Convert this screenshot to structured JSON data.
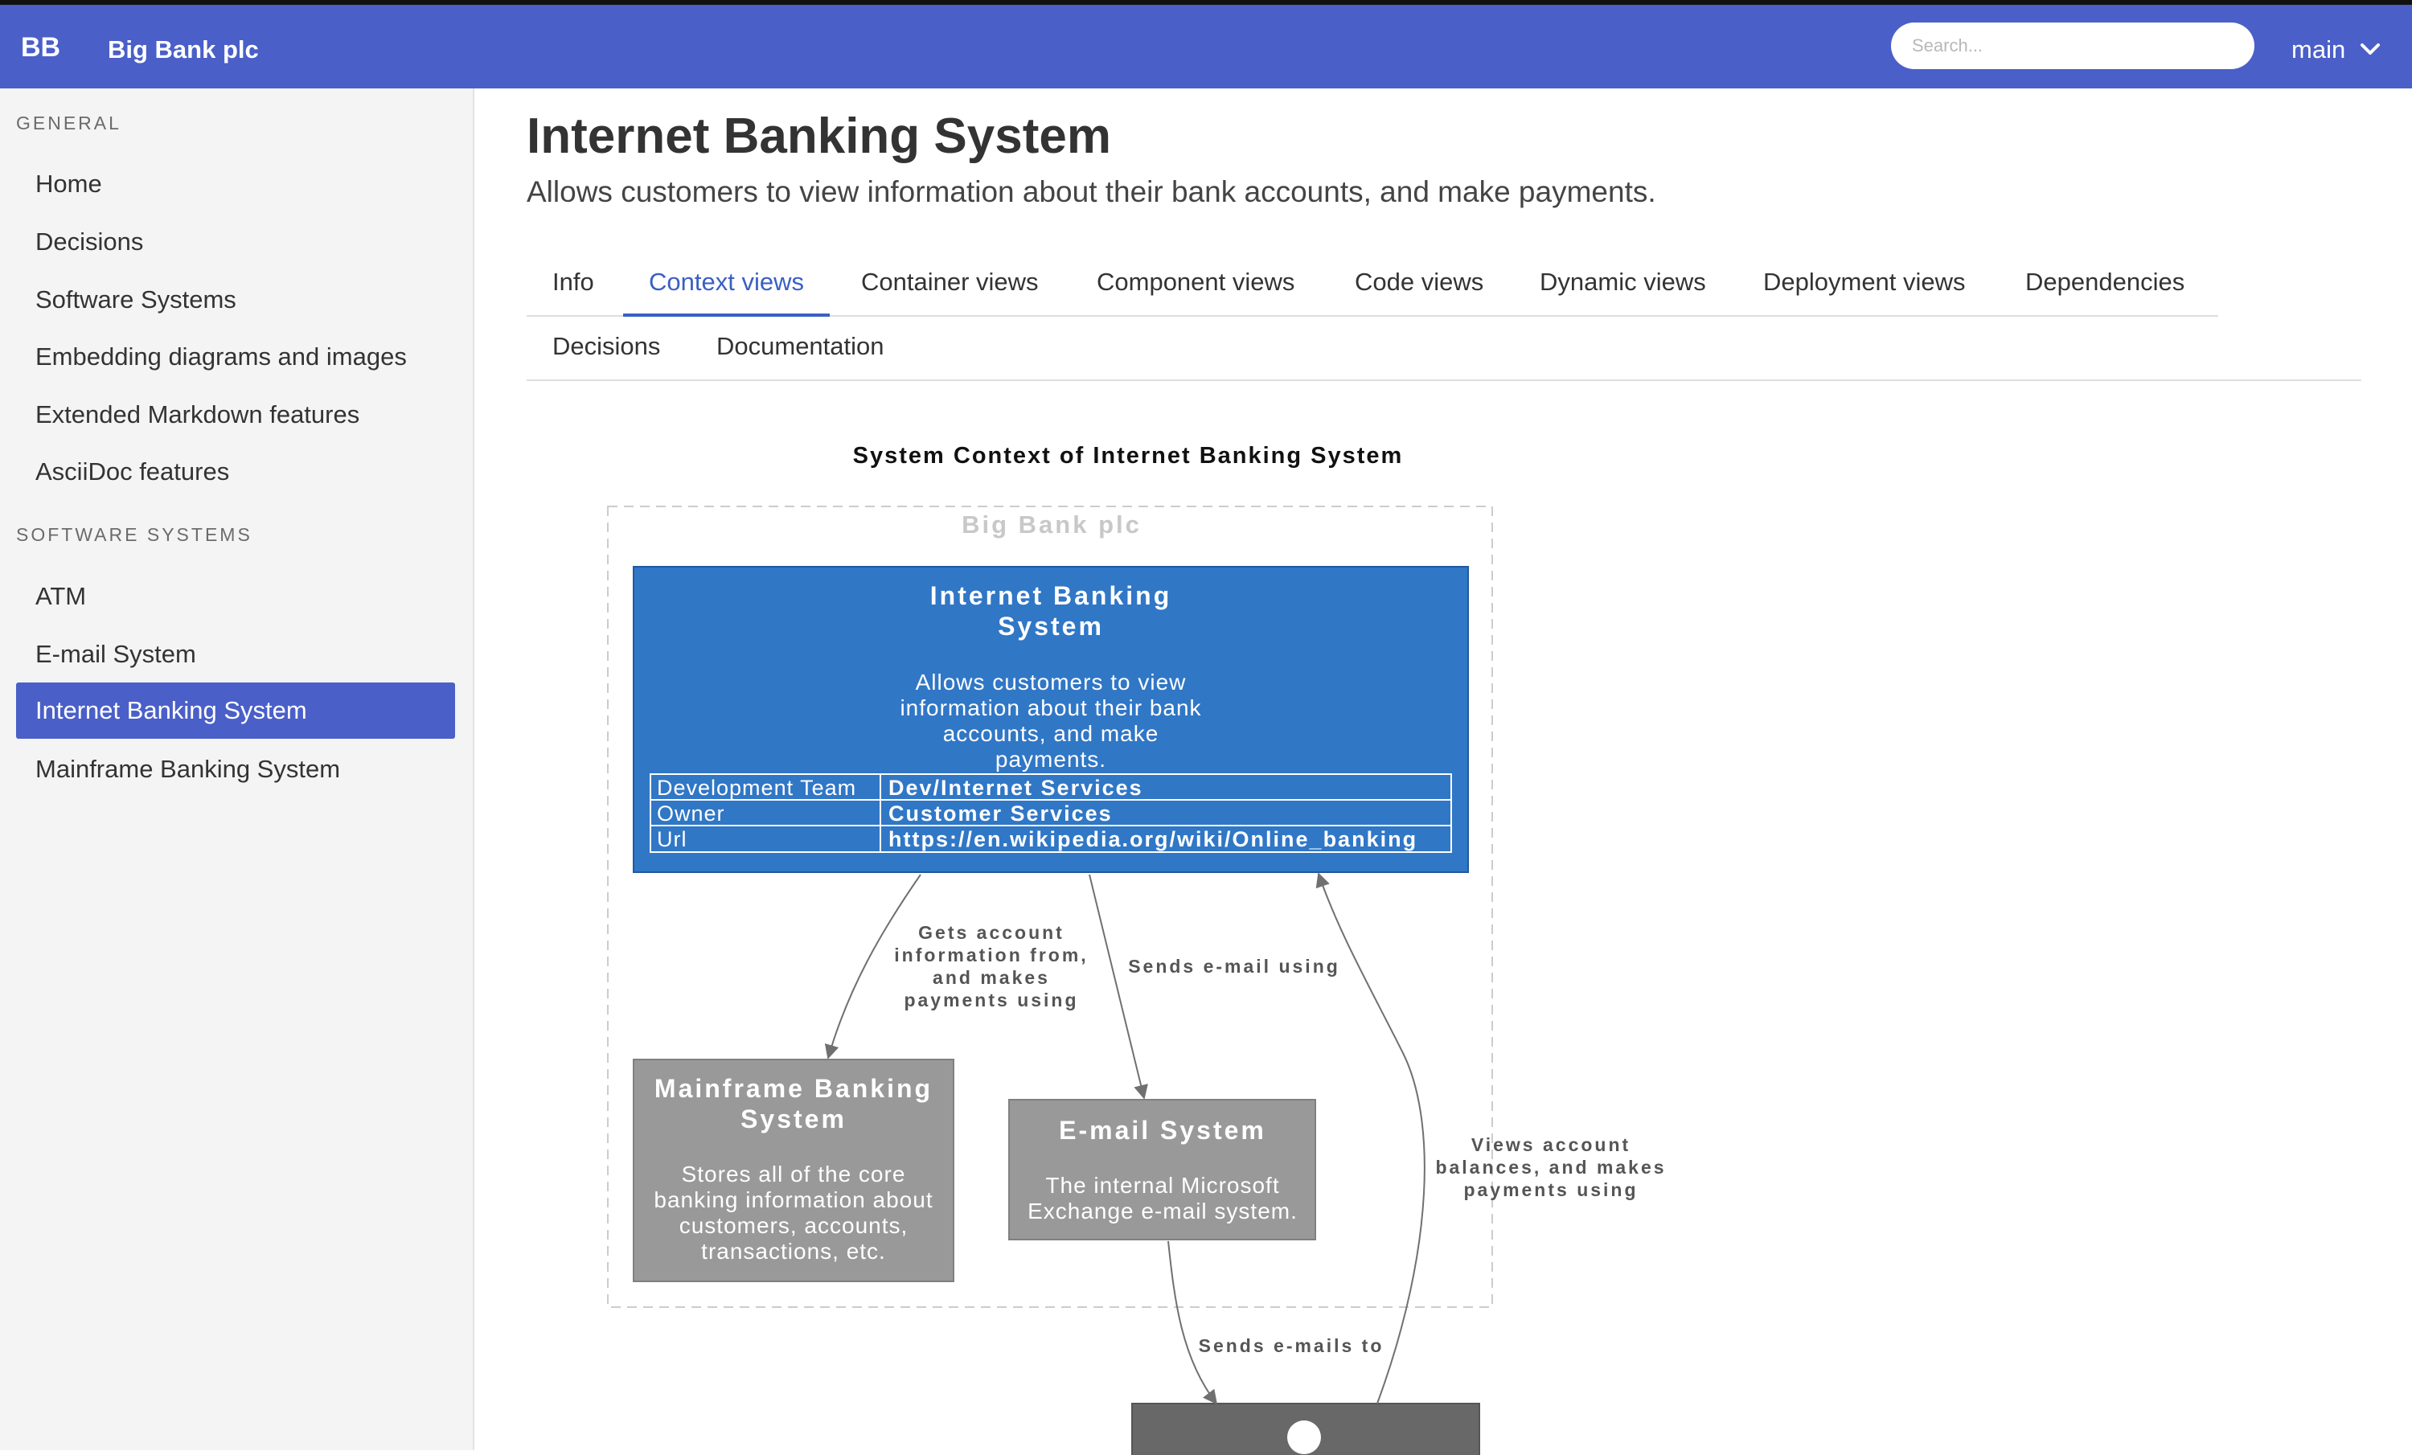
{
  "header": {
    "logo": "BB",
    "brand": "Big Bank plc",
    "search_placeholder": "Search...",
    "branch": "main"
  },
  "sidebar": {
    "general_heading": "GENERAL",
    "general_items": [
      "Home",
      "Decisions",
      "Software Systems",
      "Embedding diagrams and images",
      "Extended Markdown features",
      "AsciiDoc features"
    ],
    "systems_heading": "SOFTWARE SYSTEMS",
    "systems_items": [
      "ATM",
      "E-mail System",
      "Internet Banking System",
      "Mainframe Banking System"
    ]
  },
  "main": {
    "title": "Internet Banking System",
    "description": "Allows customers to view information about their bank accounts, and make payments.",
    "tabs": [
      "Info",
      "Context views",
      "Container views",
      "Component views",
      "Code views",
      "Dynamic views",
      "Deployment views",
      "Dependencies"
    ],
    "tabs_row2": [
      "Decisions",
      "Documentation"
    ],
    "active_tab": "Context views"
  },
  "diagram": {
    "title": "System Context of Internet Banking System",
    "boundary_label": "Big Bank plc",
    "ibs": {
      "name_lines": [
        "Internet Banking",
        "System"
      ],
      "desc_lines": [
        "Allows customers to view",
        "information about their bank",
        "accounts, and make",
        "payments."
      ],
      "properties": [
        {
          "key": "Development Team",
          "value": "Dev/Internet Services"
        },
        {
          "key": "Owner",
          "value": "Customer Services"
        },
        {
          "key": "Url",
          "value": "https://en.wikipedia.org/wiki/Online_banking"
        }
      ]
    },
    "mainframe": {
      "name_lines": [
        "Mainframe Banking",
        "System"
      ],
      "desc_lines": [
        "Stores all of the core",
        "banking information about",
        "customers, accounts,",
        "transactions, etc."
      ]
    },
    "email": {
      "name_lines": [
        "E-mail System"
      ],
      "desc_lines": [
        "The internal Microsoft",
        "Exchange e-mail system."
      ]
    },
    "relations": {
      "gets_lines": [
        "Gets account",
        "information from,",
        "and makes",
        "payments using"
      ],
      "sends_email": "Sends e-mail using",
      "views_lines": [
        "Views account",
        "balances, and makes",
        "payments using"
      ],
      "sends_to": "Sends e-mails to"
    },
    "colors": {
      "ibs": "#3077c6",
      "external": "#999999",
      "person": "#686868",
      "boundary": "#cccccc",
      "arrow": "#707070"
    }
  }
}
